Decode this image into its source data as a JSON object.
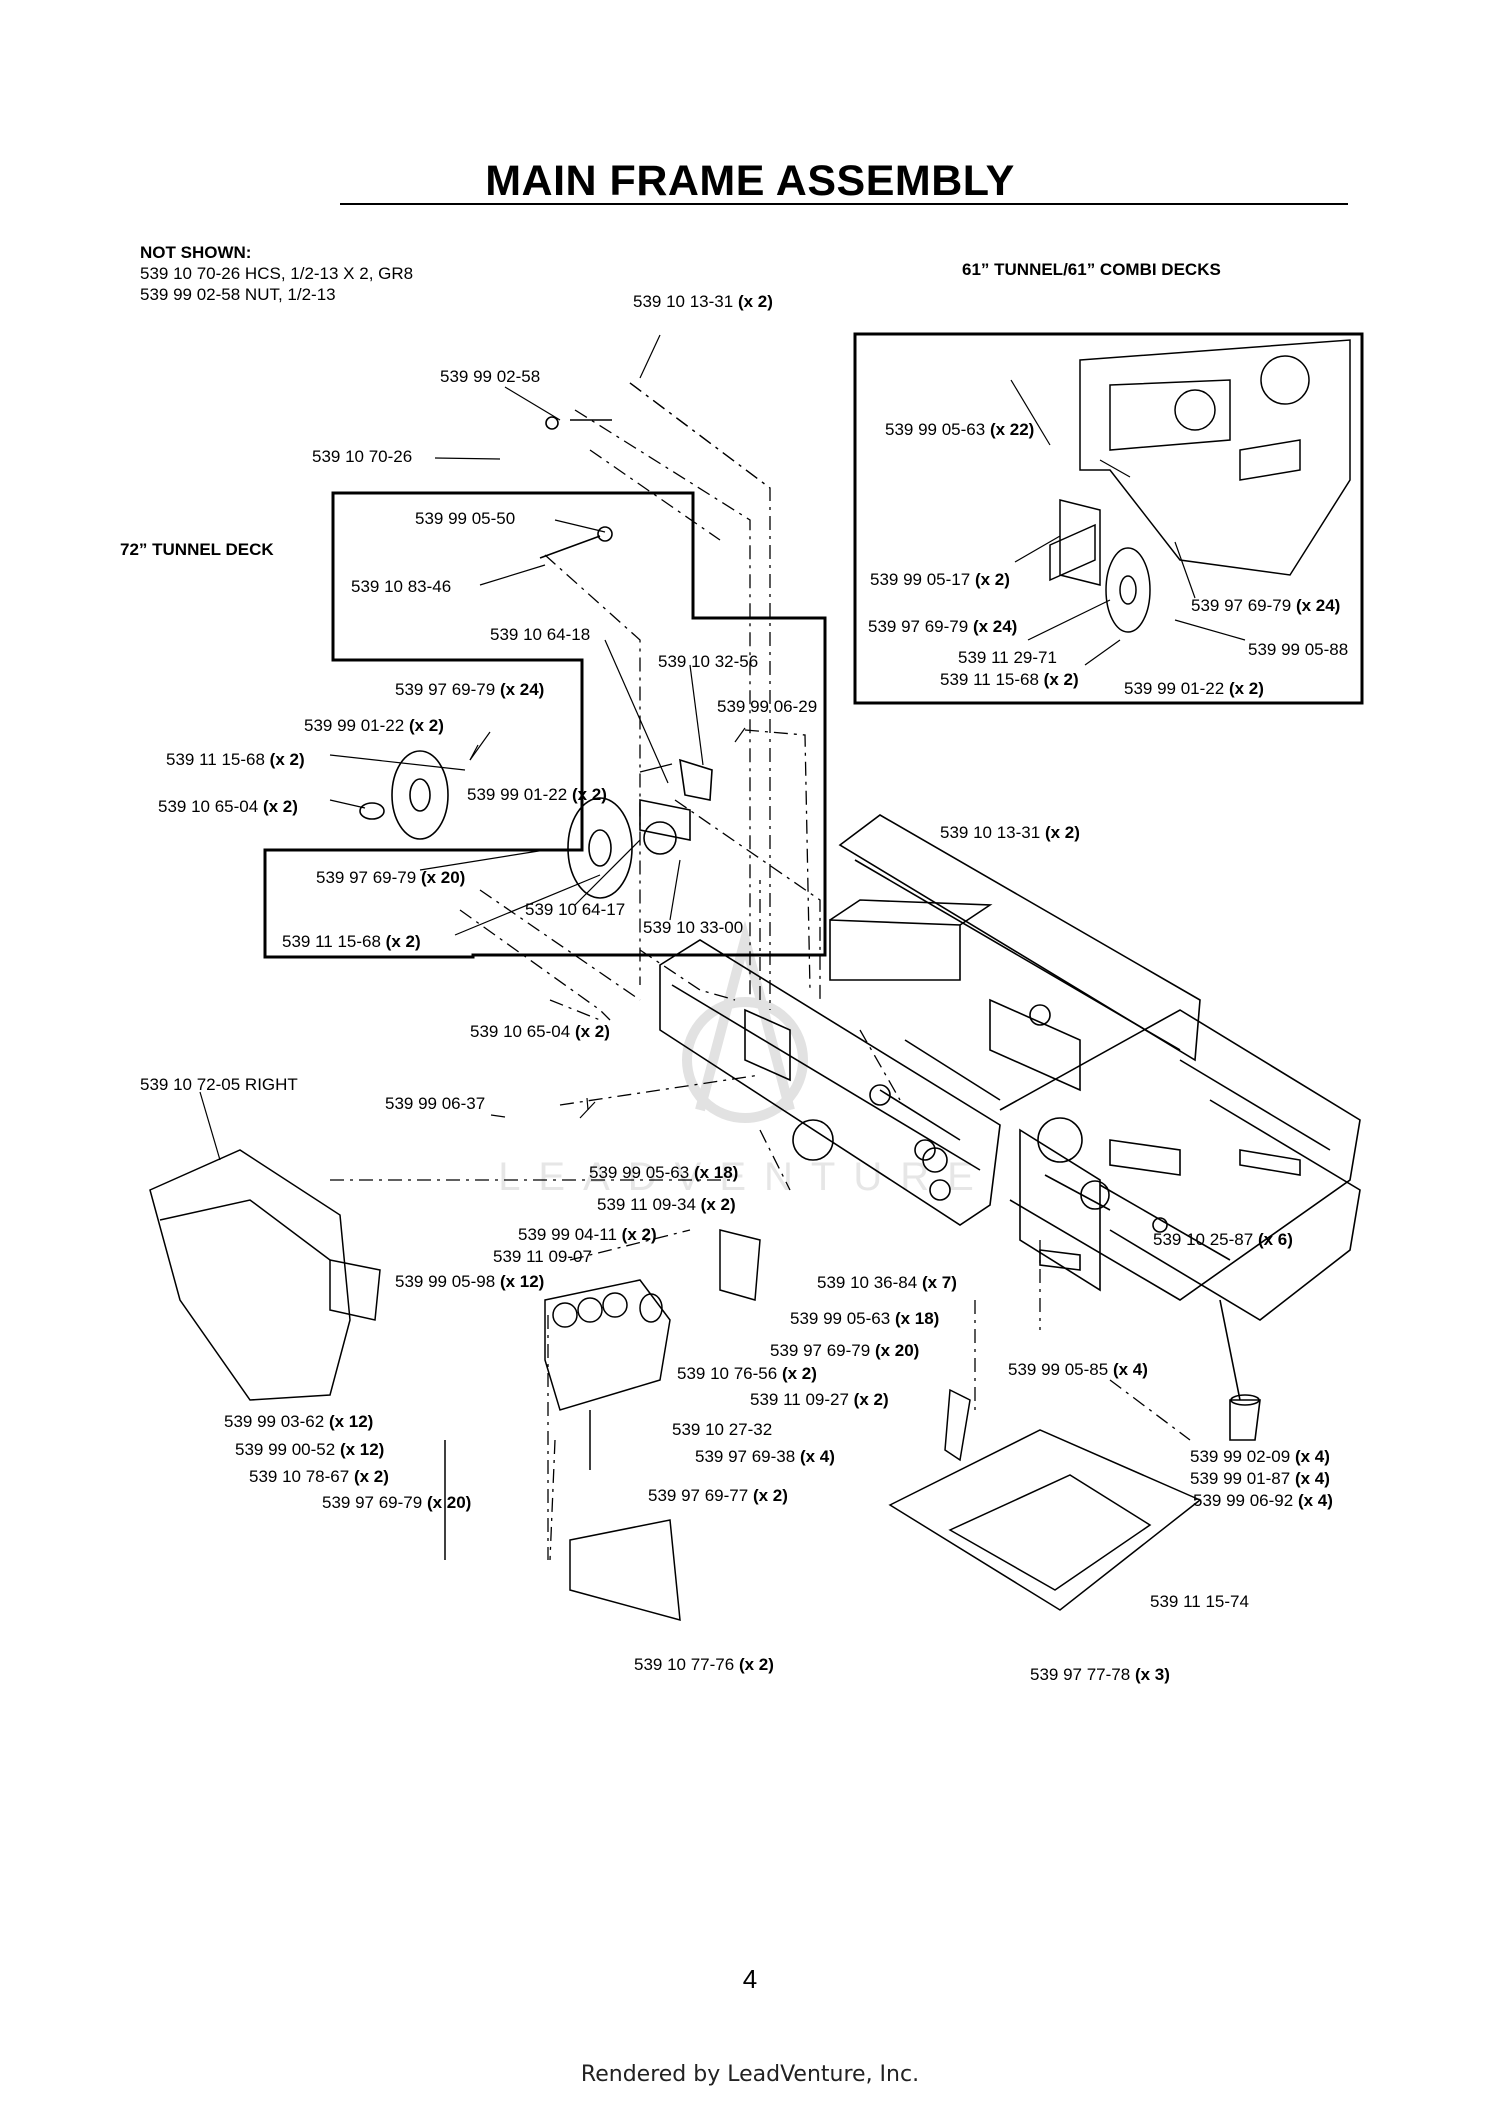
{
  "title": "MAIN FRAME ASSEMBLY",
  "not_shown": {
    "heading": "NOT SHOWN:",
    "lines": [
      "539 10 70-26  HCS, 1/2-13 X 2, GR8",
      "539 99 02-58  NUT, 1/2-13"
    ]
  },
  "sections": {
    "tunnel_72": "72” TUNNEL DECK",
    "tunnel_61": "61” TUNNEL/61” COMBI DECKS"
  },
  "callouts": [
    {
      "part": "539 10 13-31",
      "qty": "(x 2)"
    },
    {
      "part": "539 99 02-58",
      "qty": ""
    },
    {
      "part": "539 10 70-26",
      "qty": ""
    },
    {
      "part": "539 99 05-50",
      "qty": ""
    },
    {
      "part": "539 10 83-46",
      "qty": ""
    },
    {
      "part": "539 10 64-18",
      "qty": ""
    },
    {
      "part": "539 10 32-56",
      "qty": ""
    },
    {
      "part": "539 99 06-29",
      "qty": ""
    },
    {
      "part": "539 97 69-79",
      "qty": "(x 24)"
    },
    {
      "part": "539 99 01-22",
      "qty": "(x 2)"
    },
    {
      "part": "539 11 15-68",
      "qty": "(x 2)"
    },
    {
      "part": "539 99 01-22",
      "qty": "(x 2)"
    },
    {
      "part": "539 10 65-04",
      "qty": "(x 2)"
    },
    {
      "part": "539 97 69-79",
      "qty": "(x 20)"
    },
    {
      "part": "539 10 64-17",
      "qty": ""
    },
    {
      "part": "539 10 33-00",
      "qty": ""
    },
    {
      "part": "539 11 15-68",
      "qty": "(x 2)"
    },
    {
      "part": "539 10 13-31",
      "qty": "(x 2)"
    },
    {
      "part": "539 99 05-63",
      "qty": "(x 22)"
    },
    {
      "part": "539 99 05-17",
      "qty": "(x 2)"
    },
    {
      "part": "539 97 69-79",
      "qty": "(x 24)"
    },
    {
      "part": "539 97 69-79",
      "qty": "(x 24)"
    },
    {
      "part": "539 11 29-71",
      "qty": ""
    },
    {
      "part": "539 99 05-88",
      "qty": ""
    },
    {
      "part": "539 11 15-68",
      "qty": "(x 2)"
    },
    {
      "part": "539 99 01-22",
      "qty": "(x 2)"
    },
    {
      "part": "539 10 65-04",
      "qty": "(x 2)"
    },
    {
      "part": "539 10 72-05 RIGHT",
      "qty": ""
    },
    {
      "part": "539 99 06-37",
      "qty": ""
    },
    {
      "part": "539 99 05-63",
      "qty": "(x 18)"
    },
    {
      "part": "539 11 09-34",
      "qty": "(x 2)"
    },
    {
      "part": "539 99 04-11",
      "qty": "(x 2)"
    },
    {
      "part": "539 11 09-07",
      "qty": ""
    },
    {
      "part": "539 99 05-98",
      "qty": "(x 12)"
    },
    {
      "part": "539 10 36-84",
      "qty": "(x 7)"
    },
    {
      "part": "539 99 05-63",
      "qty": "(x 18)"
    },
    {
      "part": "539 97 69-79",
      "qty": "(x 20)"
    },
    {
      "part": "539 10 76-56",
      "qty": "(x 2)"
    },
    {
      "part": "539 11 09-27",
      "qty": "(x 2)"
    },
    {
      "part": "539 10 27-32",
      "qty": ""
    },
    {
      "part": "539 97 69-38",
      "qty": "(x 4)"
    },
    {
      "part": "539 97 69-77",
      "qty": "(x 2)"
    },
    {
      "part": "539 99 03-62",
      "qty": "(x 12)"
    },
    {
      "part": "539 99 00-52",
      "qty": "(x 12)"
    },
    {
      "part": "539 10 78-67",
      "qty": "(x 2)"
    },
    {
      "part": "539 97 69-79",
      "qty": "(x 20)"
    },
    {
      "part": "539 10 25-87",
      "qty": "(x 6)"
    },
    {
      "part": "539 99 05-85",
      "qty": "(x 4)"
    },
    {
      "part": "539 99 02-09",
      "qty": "(x 4)"
    },
    {
      "part": "539 99 01-87",
      "qty": "(x 4)"
    },
    {
      "part": "539 99 06-92",
      "qty": "(x 4)"
    },
    {
      "part": "539 11 15-74",
      "qty": ""
    },
    {
      "part": "539 10 77-76",
      "qty": "(x 2)"
    },
    {
      "part": "539 97 77-78",
      "qty": "(x 3)"
    }
  ],
  "watermark": "LEADVENTURE",
  "page_number": "4",
  "footer": "Rendered by LeadVenture, Inc."
}
